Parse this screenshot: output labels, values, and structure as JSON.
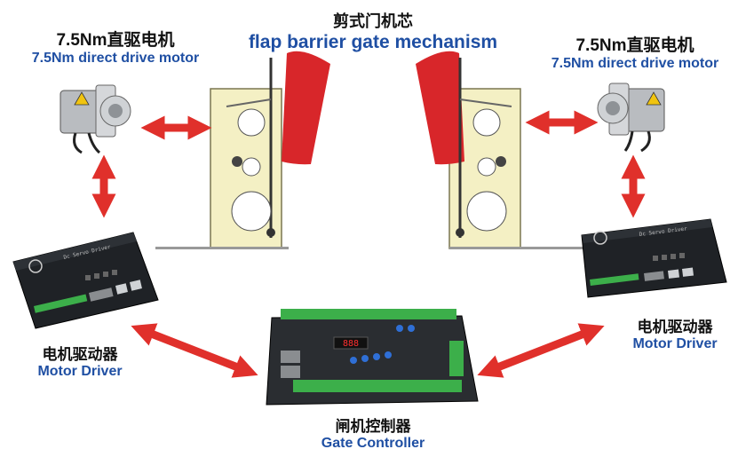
{
  "center_title": {
    "cn": "剪式门机芯",
    "en": "flap barrier gate mechanism"
  },
  "motor_left": {
    "cn": "7.5Nm直驱电机",
    "en": "7.5Nm direct drive motor"
  },
  "motor_right": {
    "cn": "7.5Nm直驱电机",
    "en": "7.5Nm direct drive motor"
  },
  "driver_left": {
    "cn": "电机驱动器",
    "en": "Motor Driver"
  },
  "driver_right": {
    "cn": "电机驱动器",
    "en": "Motor Driver"
  },
  "controller": {
    "cn": "闸机控制器",
    "en": "Gate Controller",
    "display": "888"
  },
  "driver_panel_text": "Dc Servo Driver",
  "colors": {
    "arrow": "#e0302b",
    "flap": "#d8262a",
    "plate": "#f4f0c4",
    "label_en": "#1f4fa3",
    "terminal": "#3caf4a"
  }
}
